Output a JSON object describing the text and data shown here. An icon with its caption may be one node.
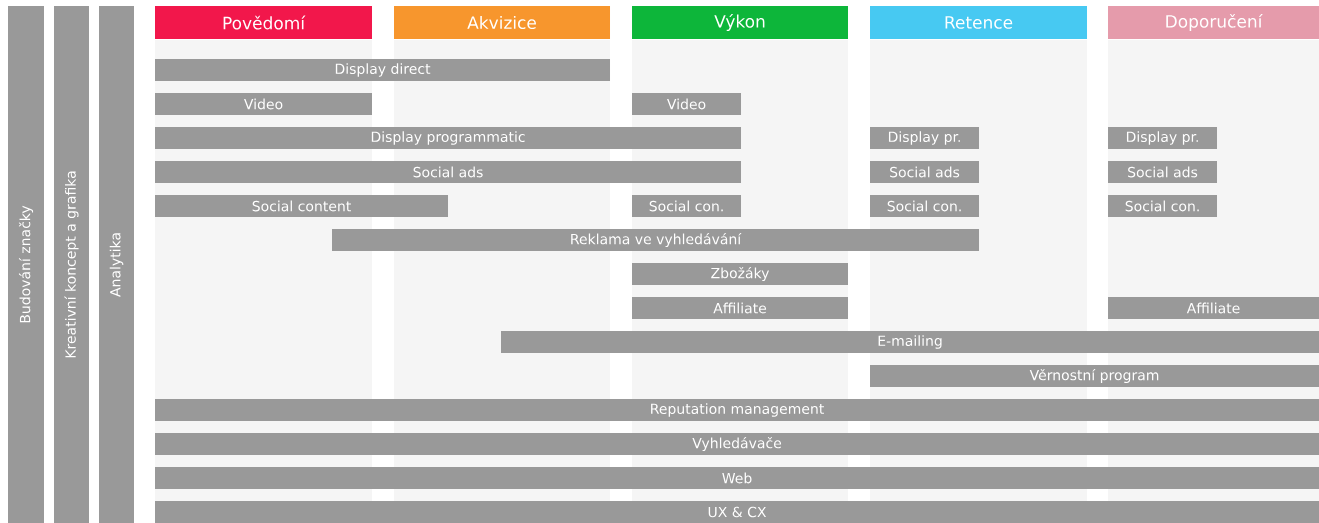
{
  "diagram": {
    "nodes": [
      {
        "text": [
          "Budování značky"
        ]
      },
      {
        "text": [
          "Kreativní koncept a grafika"
        ]
      },
      {
        "text": [
          "Analytika"
        ]
      },
      {
        "text": [
          "Povědomí"
        ]
      },
      {
        "text": [
          "Akvizice"
        ]
      },
      {
        "text": [
          "Výkon"
        ]
      },
      {
        "text": [
          "Retence"
        ]
      },
      {
        "text": [
          "Doporučení"
        ]
      },
      {
        "text": [
          "Display direct"
        ]
      },
      {
        "text": [
          "Video"
        ]
      },
      {
        "text": [
          "Video"
        ]
      },
      {
        "text": [
          "Display programmatic"
        ]
      },
      {
        "text": [
          "Display pr."
        ]
      },
      {
        "text": [
          "Display pr."
        ]
      },
      {
        "text": [
          "Social ads"
        ]
      },
      {
        "text": [
          "Social ads"
        ]
      },
      {
        "text": [
          "Social ads"
        ]
      },
      {
        "text": [
          "Social content"
        ]
      },
      {
        "text": [
          "Social con."
        ]
      },
      {
        "text": [
          "Social con."
        ]
      },
      {
        "text": [
          "Social con."
        ]
      },
      {
        "text": [
          "Reklama ve vyhledávání"
        ]
      },
      {
        "text": [
          "Zbožáky"
        ]
      },
      {
        "text": [
          "Affiliate"
        ]
      },
      {
        "text": [
          "Affiliate"
        ]
      },
      {
        "text": [
          "E-mailing"
        ]
      },
      {
        "text": [
          "Věrnostní program"
        ]
      },
      {
        "text": [
          "Reputation management"
        ]
      },
      {
        "text": [
          "Vyhledávače"
        ]
      },
      {
        "text": [
          "Web"
        ]
      },
      {
        "text": [
          "UX & CX"
        ]
      }
    ]
  }
}
